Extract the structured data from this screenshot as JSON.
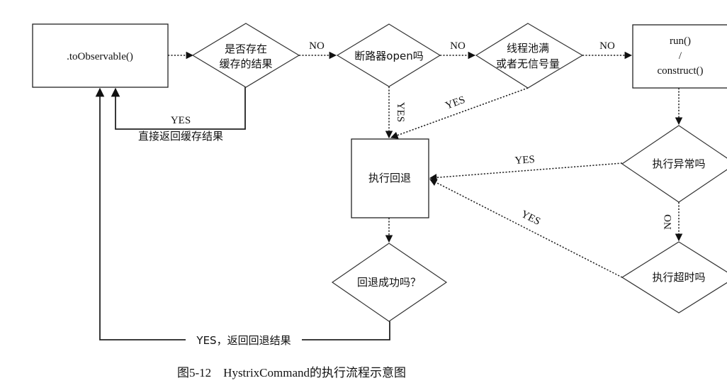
{
  "nodes": {
    "to_observable": ".toObservable()",
    "cache_check": [
      "是否存在",
      "缓存的结果"
    ],
    "breaker_open": "断路器open吗",
    "pool_full": [
      "线程池满",
      "或者无信号量"
    ],
    "run_construct": [
      "run()",
      "/",
      "construct()"
    ],
    "fallback": "执行回退",
    "exec_error": "执行异常吗",
    "exec_timeout": "执行超时吗",
    "fallback_ok": "回退成功吗？"
  },
  "edges": {
    "cache_no": "NO",
    "breaker_no": "NO",
    "pool_no": "NO",
    "breaker_yes": "YES",
    "pool_yes": "YES",
    "cache_yes_1": "YES",
    "cache_yes_2": "直接返回缓存结果",
    "error_yes": "YES",
    "error_no": "NO",
    "timeout_yes": "YES",
    "fallback_success": "YES，返回回退结果"
  },
  "caption": "图5-12　HystrixCommand的执行流程示意图"
}
